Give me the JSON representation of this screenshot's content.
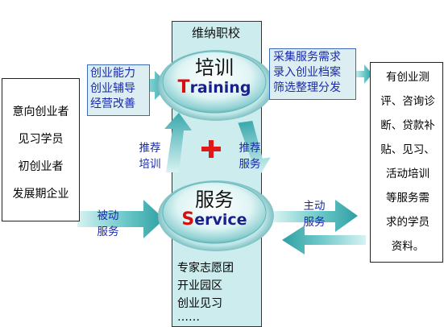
{
  "school_title": "维纳职校",
  "training": {
    "title": "培训",
    "en_cap": "T",
    "en_rest": "raining"
  },
  "service": {
    "title": "服务",
    "en_cap": "S",
    "en_rest": "ervice"
  },
  "left_targets": [
    "意向创业者",
    "见习学员",
    "初创业者",
    "发展期企业"
  ],
  "training_items": [
    "创业能力",
    "创业辅导",
    "经营改善"
  ],
  "service_tasks": [
    "采集服务需求",
    "录入创业档案",
    "筛选整理分发"
  ],
  "right_text": [
    "有创业测",
    "评、咨询诊",
    "断、贷款补",
    "贴、见习、",
    "活动培训",
    "等服务需",
    "求的学员",
    "资料。"
  ],
  "labels": {
    "recommend_training": [
      "推荐",
      "培训"
    ],
    "recommend_service": [
      "推荐",
      "服务"
    ],
    "passive_service": [
      "被动",
      "服务"
    ],
    "active_service": [
      "主动",
      "服务"
    ]
  },
  "bottom_list": [
    "专家志愿团",
    "开业园区",
    "创业见习",
    "……"
  ],
  "colors": {
    "arrow": "#4fb9b9",
    "label_blue": "#1a2aa8",
    "plus": "#e01818",
    "column": "#ccecee"
  }
}
